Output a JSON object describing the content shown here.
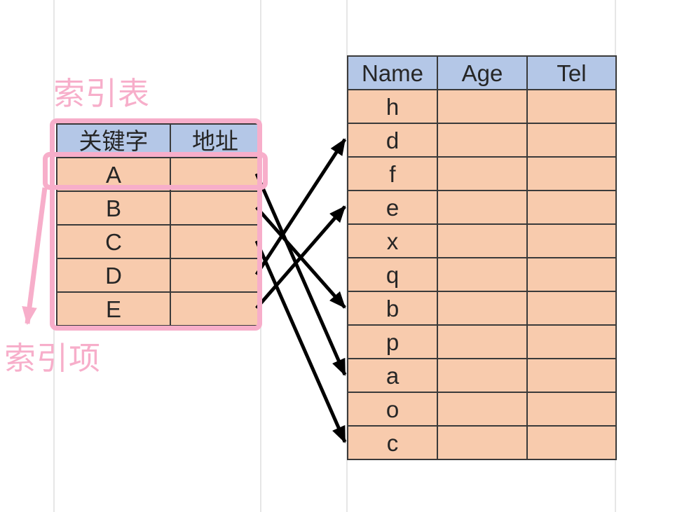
{
  "labels": {
    "index_table": "索引表",
    "index_entry": "索引项"
  },
  "index_table": {
    "headers": [
      "关键字",
      "地址"
    ],
    "rows": [
      {
        "key": "A",
        "addr": ""
      },
      {
        "key": "B",
        "addr": ""
      },
      {
        "key": "C",
        "addr": ""
      },
      {
        "key": "D",
        "addr": ""
      },
      {
        "key": "E",
        "addr": ""
      }
    ]
  },
  "main_table": {
    "headers": [
      "Name",
      "Age",
      "Tel"
    ],
    "rows": [
      {
        "name": "h",
        "age": "",
        "tel": ""
      },
      {
        "name": "d",
        "age": "",
        "tel": ""
      },
      {
        "name": "f",
        "age": "",
        "tel": ""
      },
      {
        "name": "e",
        "age": "",
        "tel": ""
      },
      {
        "name": "x",
        "age": "",
        "tel": ""
      },
      {
        "name": "q",
        "age": "",
        "tel": ""
      },
      {
        "name": "b",
        "age": "",
        "tel": ""
      },
      {
        "name": "p",
        "age": "",
        "tel": ""
      },
      {
        "name": "a",
        "age": "",
        "tel": ""
      },
      {
        "name": "o",
        "age": "",
        "tel": ""
      },
      {
        "name": "c",
        "age": "",
        "tel": ""
      }
    ]
  },
  "links": [
    {
      "from": "A",
      "to": "a"
    },
    {
      "from": "B",
      "to": "b"
    },
    {
      "from": "C",
      "to": "c"
    },
    {
      "from": "D",
      "to": "d"
    },
    {
      "from": "E",
      "to": "e"
    }
  ],
  "colors": {
    "header_fill": "#B4C7E7",
    "cell_fill": "#F8CBAD",
    "pink": "#F7AECA",
    "arrow": "#000000",
    "table_border": "#3A3A3A",
    "gridline": "#E6E6E6",
    "text": "#262626"
  }
}
